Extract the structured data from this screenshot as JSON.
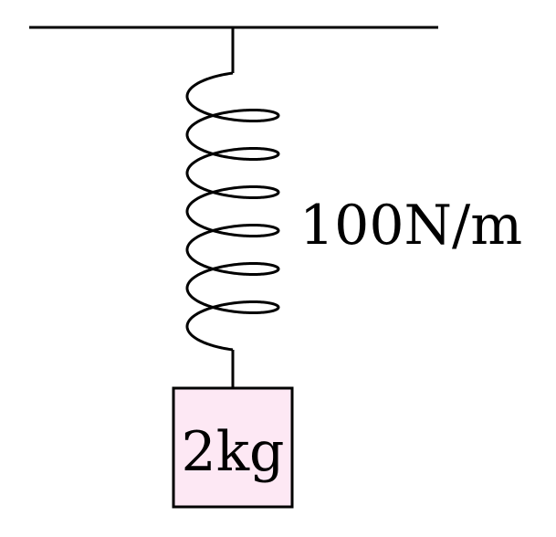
{
  "spring": {
    "label": "100N/m",
    "turns": 6.5
  },
  "mass": {
    "label": "2kg",
    "fill": "#fde8f4"
  },
  "colors": {
    "stroke": "#000000"
  }
}
